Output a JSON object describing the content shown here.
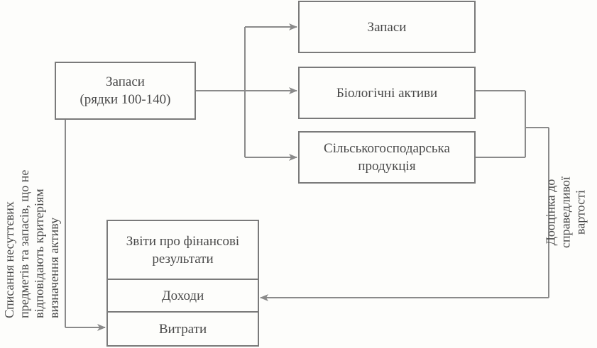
{
  "source_box": {
    "line1": "Запаси",
    "line2": "(рядки 100-140)"
  },
  "targets": {
    "inventory": "Запаси",
    "bio_assets": "Біологічні активи",
    "agri_line1": "Сільськогосподарська",
    "agri_line2": "продукція"
  },
  "report": {
    "title_line1": "Звіти про фінансові",
    "title_line2": "результати",
    "income": "Доходи",
    "expenses": "Витрати"
  },
  "left_label": {
    "line1": "Списання несуттєвих",
    "line2": "предметів та запасів, що не",
    "line3": "відповідають критеріям",
    "line4": "визначення активу"
  },
  "right_label": {
    "line1": "Дооцінка до",
    "line2": "справедливої",
    "line3": "вартості"
  },
  "colors": {
    "line": "#8a8a8a",
    "border": "#7a7a7a",
    "text": "#4a4a4a"
  }
}
